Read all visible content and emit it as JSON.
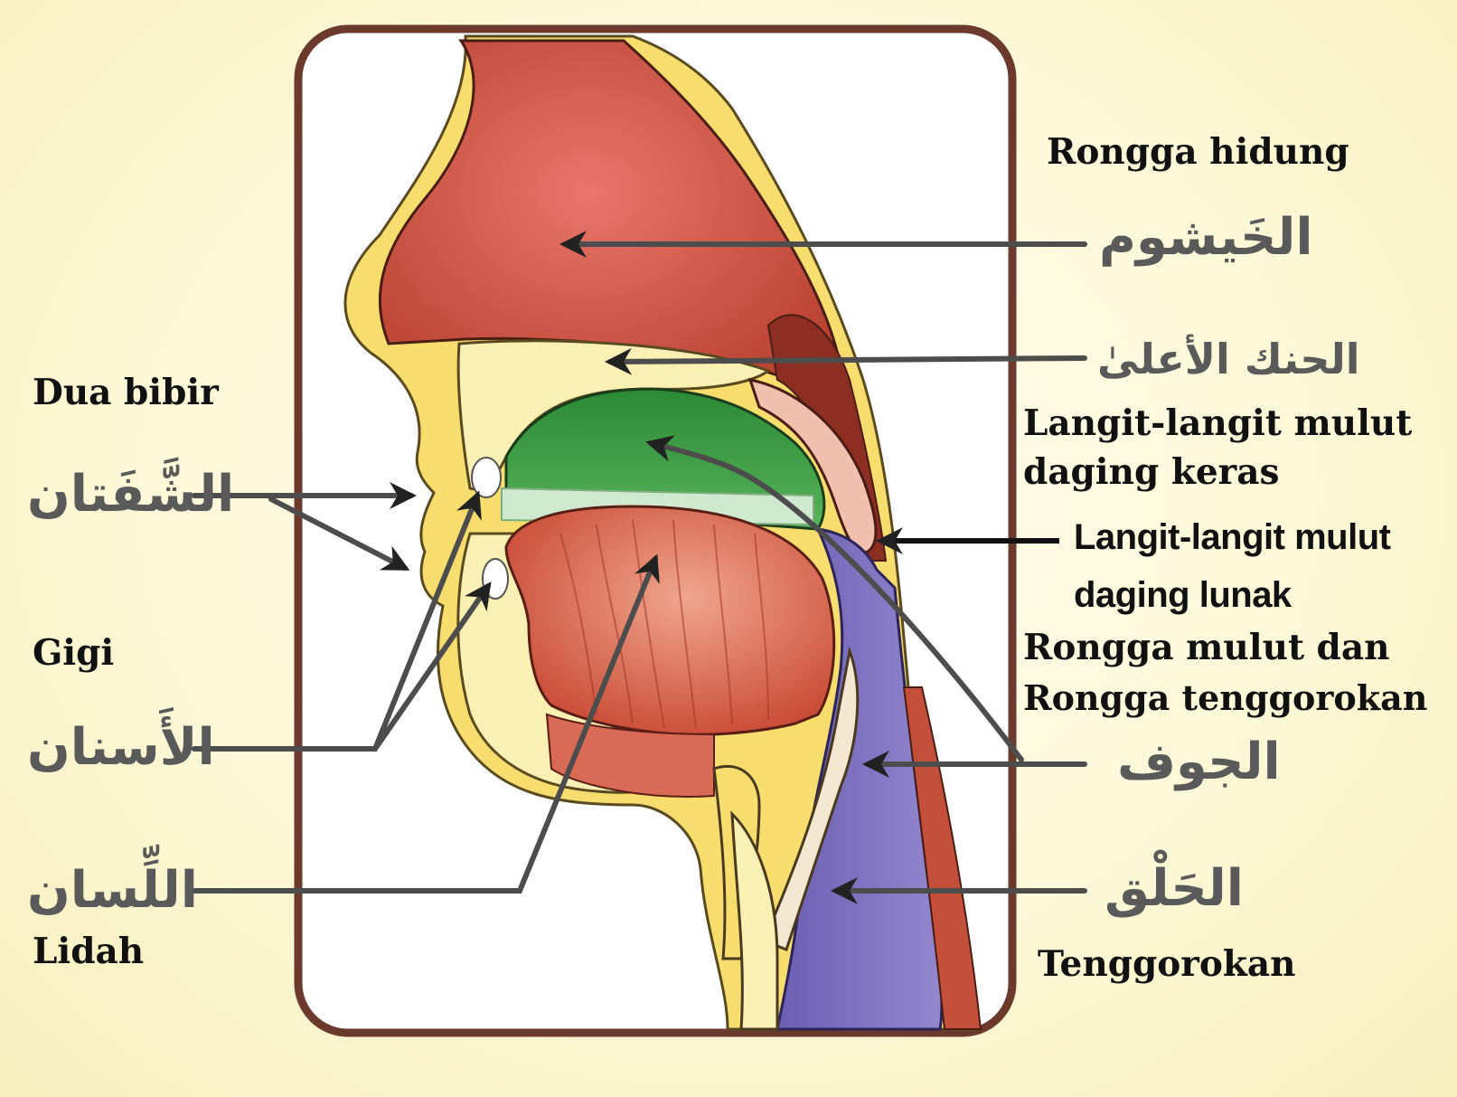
{
  "labels": {
    "dua_bibir": "Dua bibir",
    "gigi": "Gigi",
    "lidah": "Lidah",
    "rongga_hidung": "Rongga hidung",
    "langit_keras_1": "Langit-langit mulut",
    "langit_keras_2": "daging keras",
    "langit_lunak_1": "Langit-langit mulut",
    "langit_lunak_2": "daging lunak",
    "rongga_mulut_1": "Rongga mulut dan",
    "rongga_mulut_2": "Rongga tenggorokan",
    "tenggorokan": "Tenggorokan"
  },
  "arabic_labels": {
    "syafatan": "الشَّفَتان",
    "asnan": "الأَسنان",
    "lisan": "اللِّسان",
    "khaisyum": "الخَيشوم",
    "hanak_ala": "الحنك الأعلىٰ",
    "jauf": "الجوف",
    "halq": "الحَلْق"
  },
  "colors": {
    "frame": "#6b3a2c",
    "skin": "#f7dd6e",
    "skin_light": "#fbf0b3",
    "nasal_cavity": "#d8564a",
    "hard_palate": "#2f8a3a",
    "pharynx": "#7f6fbf",
    "tongue": "#d4553f",
    "arrow": "#4d4d4d"
  }
}
